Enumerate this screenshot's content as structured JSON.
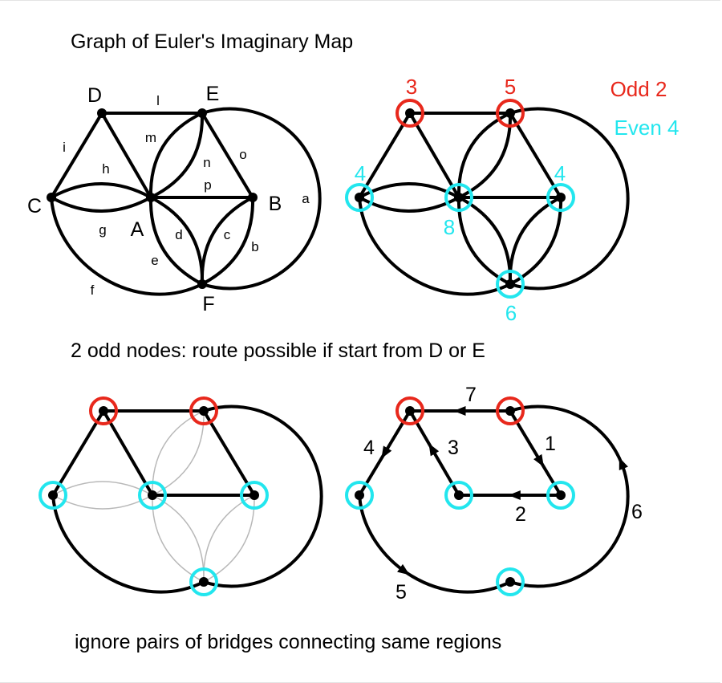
{
  "title": "Graph of Euler's Imaginary Map",
  "middle_caption": "2 odd nodes: route possible if start from D or E",
  "bottom_caption": "ignore pairs of bridges connecting same regions",
  "colors": {
    "odd": "#e8281c",
    "even": "#22e6ee",
    "edge": "#000000",
    "faint_edge": "#b8b8b8"
  },
  "nodes": {
    "D": "D",
    "E": "E",
    "C": "C",
    "A": "A",
    "B": "B",
    "F": "F"
  },
  "edge_labels": {
    "l": "l",
    "i": "i",
    "m": "m",
    "h": "h",
    "n": "n",
    "o": "o",
    "p": "p",
    "a": "a",
    "g": "g",
    "d": "d",
    "c": "c",
    "e": "e",
    "b": "b",
    "f": "f"
  },
  "degrees": {
    "D": "3",
    "E": "5",
    "C": "4",
    "A": "8",
    "B": "4",
    "F": "6"
  },
  "legend": {
    "odd": "Odd 2",
    "even": "Even 4"
  },
  "route": [
    {
      "step": "1",
      "from": "E",
      "to": "B"
    },
    {
      "step": "2",
      "from": "B",
      "to": "A"
    },
    {
      "step": "3",
      "from": "A",
      "to": "D"
    },
    {
      "step": "4",
      "from": "D",
      "to": "C"
    },
    {
      "step": "5",
      "from": "C",
      "to": "F"
    },
    {
      "step": "6",
      "from": "F",
      "to": "E"
    },
    {
      "step": "7",
      "from": "E",
      "to": "D"
    }
  ]
}
